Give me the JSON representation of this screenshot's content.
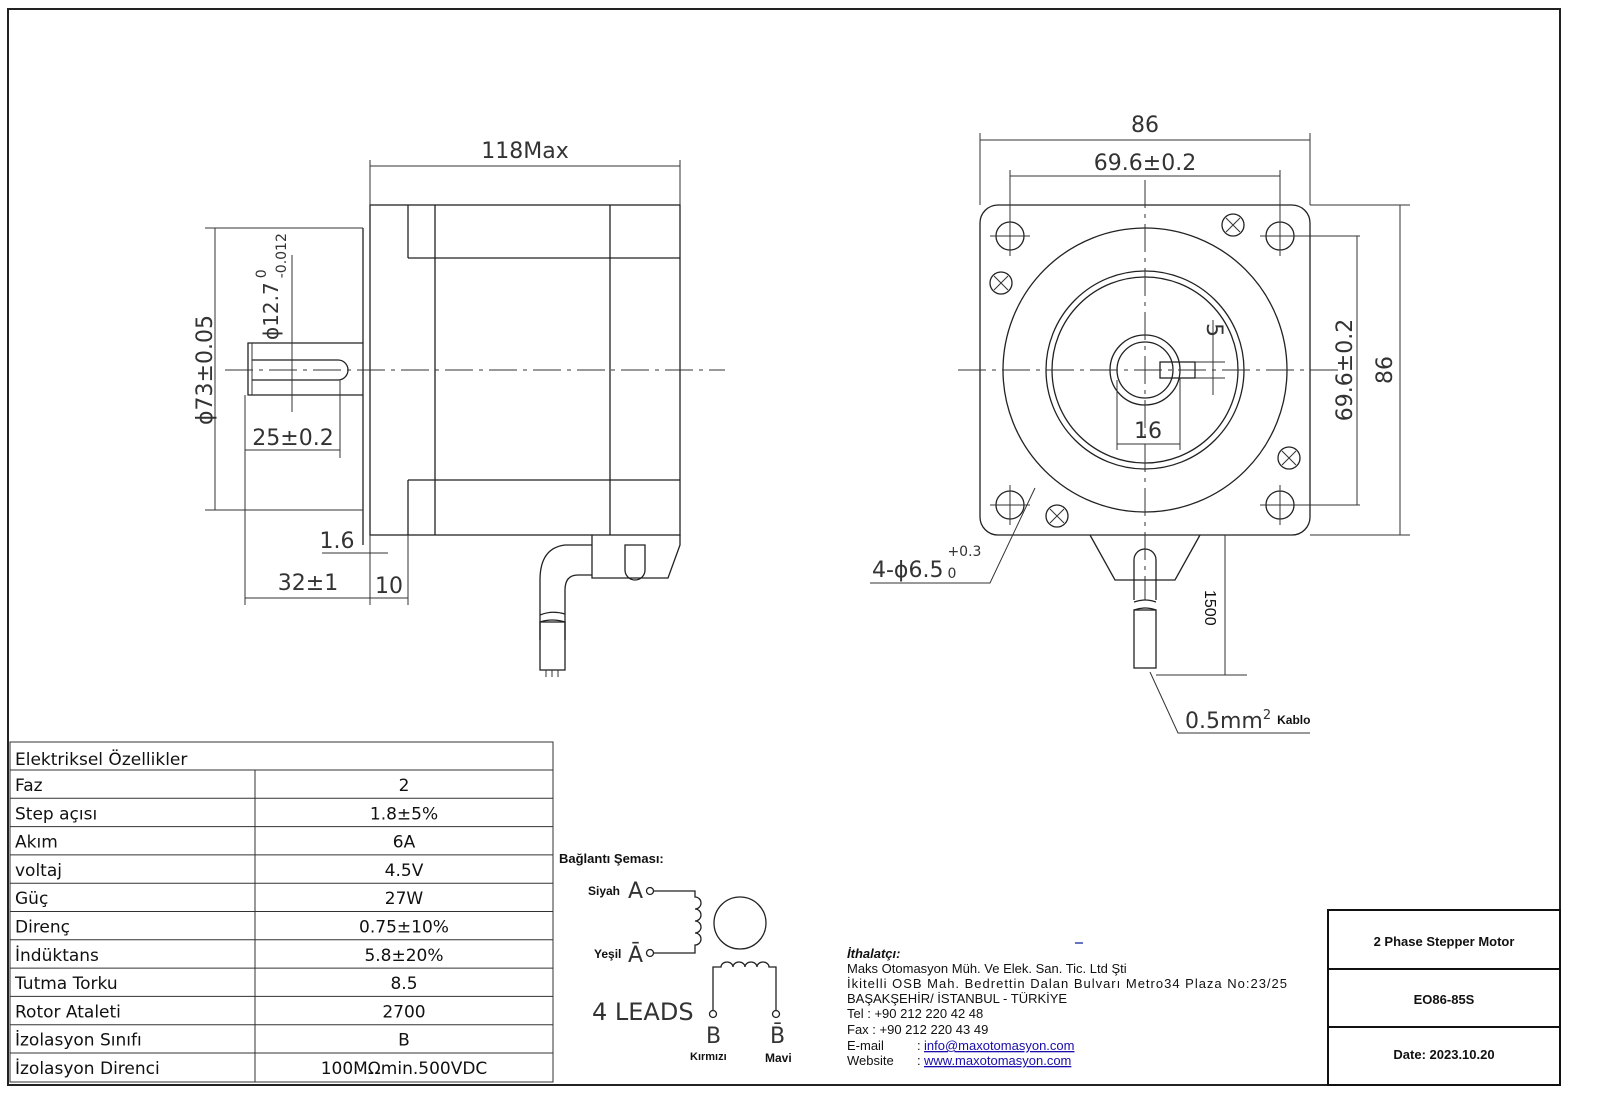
{
  "side_view": {
    "length": "118Max",
    "pilot_diameter": "ϕ73±0.05",
    "shaft_diameter": "ϕ12.7",
    "shaft_tol_upper": "0",
    "shaft_tol_lower": "-0.012",
    "key_length": "25±0.2",
    "pilot_height": "1.6",
    "shaft_length": "32±1",
    "flange_thickness": "10"
  },
  "front_view": {
    "width": "86",
    "hole_spacing_h": "69.6±0.2",
    "hole_spacing_v": "69.6±0.2",
    "height": "86",
    "key_width": "5",
    "flat_depth": "16",
    "holes": "4-ϕ6.5",
    "holes_tol_upper": "+0.3",
    "holes_tol_lower": "0",
    "cable_length": "1500",
    "cable_size": "0.5mm",
    "cable_size_sup": "2",
    "cable_label": "Kablo"
  },
  "spec_table": {
    "title": "Elektriksel Özellikler",
    "rows": [
      {
        "label": "Faz",
        "value": "2"
      },
      {
        "label": "Step açısı",
        "value": "1.8±5%"
      },
      {
        "label": "Akım",
        "value": "6A"
      },
      {
        "label": "voltaj",
        "value": "4.5V"
      },
      {
        "label": "Güç",
        "value": "27W"
      },
      {
        "label": "Direnç",
        "value": "0.75±10%"
      },
      {
        "label": "İndüktans",
        "value": "5.8±20%"
      },
      {
        "label": "Tutma Torku",
        "value": "8.5"
      },
      {
        "label": "Rotor Ataleti",
        "value": "2700"
      },
      {
        "label": "İzolasyon Sınıfı",
        "value": "B"
      },
      {
        "label": "İzolasyon Direnci",
        "value": "100MΩmin.500VDC"
      }
    ]
  },
  "wiring": {
    "title": "Bağlantı Şeması:",
    "a_color": "Siyah",
    "a_label": "A",
    "a_bar_color": "Yeşil",
    "a_bar_label": "Ā",
    "b_label": "B",
    "b_color": "Kırmızı",
    "b_bar_label": "B̄",
    "b_bar_color": "Mavi",
    "leads": "4 LEADS"
  },
  "importer": {
    "heading": "İthalatçı",
    "company": "Maks Otomasyon Müh. Ve Elek. San. Tic. Ltd Şti",
    "address1": "İkitelli  OSB  Mah.  Bedrettin  Dalan  Bulvarı  Metro34  Plaza  No:23/25",
    "address2": "BAŞAKŞEHİR/ İSTANBUL - TÜRKİYE",
    "tel": "Tel : +90 212 220 42 48",
    "fax": "Fax : +90 212 220 43 49",
    "email_label": "E-mail",
    "email": "info@maxotomasyon.com",
    "website_label": "Website",
    "website": "www.maxotomasyon.com"
  },
  "title_block": {
    "name": "2 Phase Stepper Motor",
    "model": "EO86-85S",
    "date": "Date: 2023.10.20"
  }
}
